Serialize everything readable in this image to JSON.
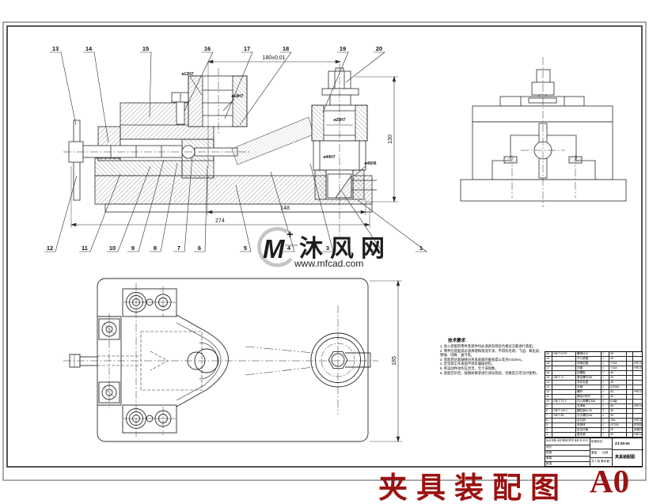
{
  "sheet": {
    "background": "#ffffff",
    "line_color": "#2b2b2b"
  },
  "watermark": {
    "logo_letter": "M",
    "logo_plus": "+",
    "brand": "沐风网",
    "url": "www.mfcad.com",
    "color": "#bdbdbd"
  },
  "red_caption": {
    "text_cn": "夹具装配图",
    "text_size": "A0",
    "color": "#9b1111"
  },
  "section_view": {
    "callouts_top": [
      "13",
      "14",
      "15",
      "16",
      "17",
      "18",
      "19",
      "20"
    ],
    "callouts_bottom": [
      "12",
      "11",
      "10",
      "9",
      "8",
      "7",
      "6",
      "5",
      "4",
      "3",
      "2",
      "1"
    ],
    "dim_top": "180±0.01",
    "dim_mid": "148",
    "dim_total": "274",
    "dim_height": "130",
    "labels": [
      "ø12H7",
      "ø18H7",
      "ø25H7",
      "ø40H7",
      "ø45H6"
    ]
  },
  "plan_view": {
    "dim_height": "185"
  },
  "notes": {
    "title": "技术要求",
    "lines": [
      "1. 进入装配的零件及部件均必须具有检验合格证方能进行装配。",
      "2. 零件在装配前必须清理和清洗干净，不得有毛刺、飞边、氧化皮、锈蚀、切屑、油污等。",
      "3. 装配后钻套轴线对夹具底面的垂直度公差为0.02mm。",
      "4. 定位销工作表面不得有磕碰划伤。",
      "5. 各运动件动作应灵活，无卡滞现象。",
      "6. 装配完毕后，按图样要求进行试钻检验，合格后方可交付使用。"
    ]
  },
  "bom": {
    "headers": [
      "序号",
      "代 号",
      "名 称",
      "数量",
      "材 料",
      "重量",
      "备注"
    ],
    "rows": [
      {
        "no": "20",
        "code": "GB/T 6170",
        "name": "螺母M12",
        "qty": "1",
        "mat": "45",
        "wt": "",
        "rem": ""
      },
      {
        "no": "19",
        "code": "",
        "name": "开口垫圈",
        "qty": "1",
        "mat": "45",
        "wt": "",
        "rem": ""
      },
      {
        "no": "18",
        "code": "",
        "name": "快换钻套",
        "qty": "1",
        "mat": "T10A",
        "wt": "",
        "rem": "HRC58~64"
      },
      {
        "no": "17",
        "code": "",
        "name": "衬套",
        "qty": "1",
        "mat": "T10A",
        "wt": "",
        "rem": "HRC58~64"
      },
      {
        "no": "16",
        "code": "",
        "name": "钻模板",
        "qty": "1",
        "mat": "45",
        "wt": "",
        "rem": ""
      },
      {
        "no": "15",
        "code": "GB/T 71",
        "name": "紧定螺钉M8",
        "qty": "1",
        "mat": "35",
        "wt": "",
        "rem": ""
      },
      {
        "no": "14",
        "code": "",
        "name": "导向支座",
        "qty": "1",
        "mat": "45",
        "wt": "",
        "rem": ""
      },
      {
        "no": "13",
        "code": "",
        "name": "手柄",
        "qty": "1",
        "mat": "Q235A",
        "wt": "",
        "rem": ""
      },
      {
        "no": "12",
        "code": "",
        "name": "螺杆",
        "qty": "1",
        "mat": "45",
        "wt": "",
        "rem": "HRC35~40"
      },
      {
        "no": "11",
        "code": "",
        "name": "摆动V形块",
        "qty": "1",
        "mat": "45",
        "wt": "",
        "rem": ""
      },
      {
        "no": "10",
        "code": "GB/T 70.1",
        "name": "内六角螺钉M8",
        "qty": "4",
        "mat": "8.8级",
        "wt": "",
        "rem": ""
      },
      {
        "no": "9",
        "code": "",
        "name": "支承板",
        "qty": "1",
        "mat": "45",
        "wt": "",
        "rem": "HRC40~45"
      },
      {
        "no": "8",
        "code": "GB/T 119.1",
        "name": "圆柱销6×30",
        "qty": "2",
        "mat": "35",
        "wt": "",
        "rem": ""
      },
      {
        "no": "7",
        "code": "GB/T 68",
        "name": "沉头螺钉M6",
        "qty": "4",
        "mat": "35",
        "wt": "",
        "rem": ""
      },
      {
        "no": "6",
        "code": "",
        "name": "定位销",
        "qty": "1",
        "mat": "T8A",
        "wt": "",
        "rem": "HRC53~58"
      },
      {
        "no": "5",
        "code": "",
        "name": "夹具体",
        "qty": "1",
        "mat": "HT200",
        "wt": "",
        "rem": "时效处理"
      },
      {
        "no": "4",
        "code": "",
        "name": "定位衬套",
        "qty": "1",
        "mat": "20",
        "wt": "",
        "rem": "渗碳淬火"
      },
      {
        "no": "3",
        "code": "",
        "name": "菱形销",
        "qty": "1",
        "mat": "45",
        "wt": "",
        "rem": "HRC43~48"
      },
      {
        "no": "2",
        "code": "",
        "name": "挡销",
        "qty": "1",
        "mat": "45",
        "wt": "",
        "rem": ""
      },
      {
        "no": "1",
        "code": "",
        "name": "支承钉",
        "qty": "1",
        "mat": "45",
        "wt": "",
        "rem": "HRC40~45"
      }
    ]
  },
  "title_block": {
    "row1": "标记 处数 分区 更改文件号 签名 年.月.日",
    "sign1": "设计",
    "sign2": "校核",
    "sign3": "审核",
    "sign4": "工艺",
    "sign5": "批准",
    "stage": "阶段标记",
    "weight": "重量",
    "scale_label": "比例",
    "scale": "1:1",
    "sheets": "共 1 张 第 1 张",
    "name": "夹具装配图",
    "code": "ZJ-00-00"
  }
}
